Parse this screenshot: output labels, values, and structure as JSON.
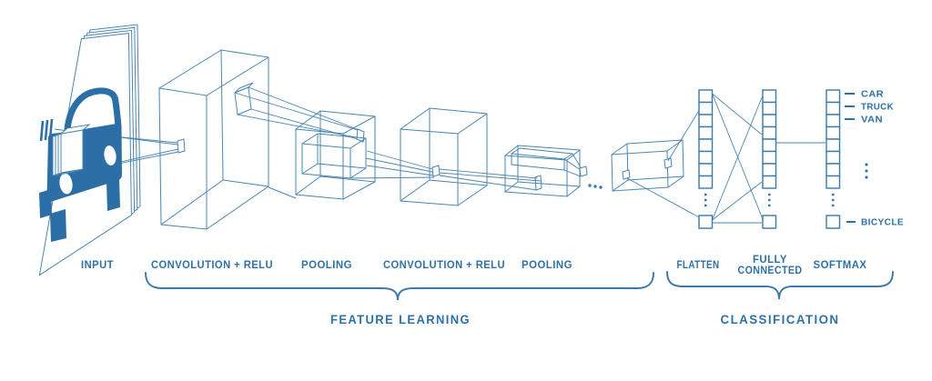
{
  "title": "Convolutional neural network architecture diagram",
  "stage_labels": {
    "input": "INPUT",
    "conv1": "CONVOLUTION + RELU",
    "pool1": "POOLING",
    "conv2": "CONVOLUTION + RELU",
    "pool2": "POOLING",
    "flatten": "FLATTEN",
    "fully_connected_line1": "FULLY",
    "fully_connected_line2": "CONNECTED",
    "softmax": "SOFTMAX"
  },
  "section_labels": {
    "feature_learning": "FEATURE LEARNING",
    "classification": "CLASSIFICATION"
  },
  "output_classes": {
    "top": [
      "CAR",
      "TRUCK",
      "VAN"
    ],
    "bottom": "BICYCLE"
  },
  "network": {
    "units_visible_per_column": 8,
    "columns": [
      "flatten",
      "fully-connected",
      "softmax"
    ]
  },
  "colors": {
    "wireframe": "#4a86b1",
    "wireframe_strong": "#3c7aa9",
    "label_text": "#2d72a7",
    "car_fill": "#2c6ea6",
    "background": "#ffffff"
  }
}
